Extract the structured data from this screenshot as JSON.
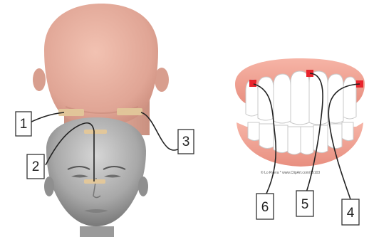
{
  "figure": {
    "electrode_labels": [
      "1",
      "2",
      "3",
      "4",
      "5",
      "6"
    ],
    "image_credit": "© Lo Rvera * www.ClipArt.com/75103"
  },
  "colors": {
    "skin_back": "#e8b0a0",
    "skin_back_shadow": "#c98b7c",
    "face_gray": "#a9a9a9",
    "electrode_pad": "#e2c79a",
    "gum": "#f0a79a",
    "tooth": "#ffffff",
    "marker_red": "#e8242c",
    "wire": "#222222"
  },
  "icons": [
    "head-back-illustration",
    "face-front-illustration",
    "denture-illustration"
  ]
}
